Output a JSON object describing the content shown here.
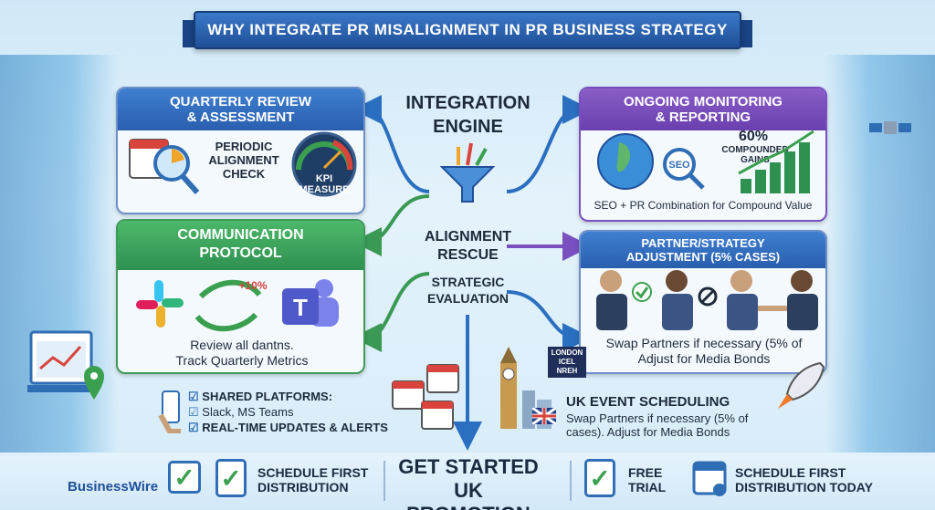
{
  "title": "WHY INTEGRATE PR  MISALIGNMENT IN PR BUSINESS STRATEGY",
  "cards": {
    "quarterly": {
      "title_line1": "QUARTERLY REVIEW",
      "title_line2": "& ASSESSMENT",
      "label_line1": "PERIODIC",
      "label_line2": "ALIGNMENT",
      "label_line3": "CHECK",
      "gauge_line1": "KPI",
      "gauge_line2": "MEASURE"
    },
    "communication": {
      "title_line1": "COMMUNICATION",
      "title_line2": "PROTOCOL",
      "badge": "+10%",
      "text_line1": "Review all dantns.",
      "text_line2": "Track Quarterly Metrics"
    },
    "monitoring": {
      "title_line1": "ONGOING MONITORING",
      "title_line2": "& REPORTING",
      "seo": "SEO",
      "stat": "60%",
      "stat_line1": "COMPOUNDED",
      "stat_line2": "GAINS",
      "caption": "SEO + PR Combination for Compound Value"
    },
    "partner": {
      "title_line1": "PARTNER/STRATEGY",
      "title_line2": "ADJUSTMENT (5% CASES)",
      "text_line1": "Swap Partners if necessary (5% of",
      "text_line2": "Adjust for Media Bonds"
    }
  },
  "center": {
    "engine_line1": "INTEGRATION",
    "engine_line2": "ENGINE",
    "rescue_line1": "ALIGNMENT",
    "rescue_line2": "RESCUE",
    "eval_line1": "STRATEGIC",
    "eval_line2": "EVALUATION"
  },
  "shared": {
    "line1": "SHARED PLATFORMS:",
    "line2": "Slack, MS Teams",
    "line3": "REAL-TIME UPDATES & ALERTS"
  },
  "uk_event": {
    "sign_line1": "LONDON",
    "sign_line2": "ICEL",
    "sign_line3": "NREH",
    "title": "UK EVENT SCHEDULING",
    "line1": "Swap Partners if necessary (5% of",
    "line2": "cases). Adjust for Media Bonds"
  },
  "bottom": {
    "brand": "BusinessWire",
    "schedule_line1": "SCHEDULE FIRST",
    "schedule_line2": "DISTRIBUTION",
    "cta_line1": "GET STARTED",
    "cta_line2": "UK PROMOTION",
    "free_line1": "FREE",
    "free_line2": "TRIAL",
    "today_line1": "SCHEDULE FIRST",
    "today_line2": "DISTRIBUTION TODAY"
  },
  "colors": {
    "blue": "#2a5fae",
    "green": "#2f9150",
    "purple": "#6a3fae",
    "accent_green": "#3aa04f"
  }
}
